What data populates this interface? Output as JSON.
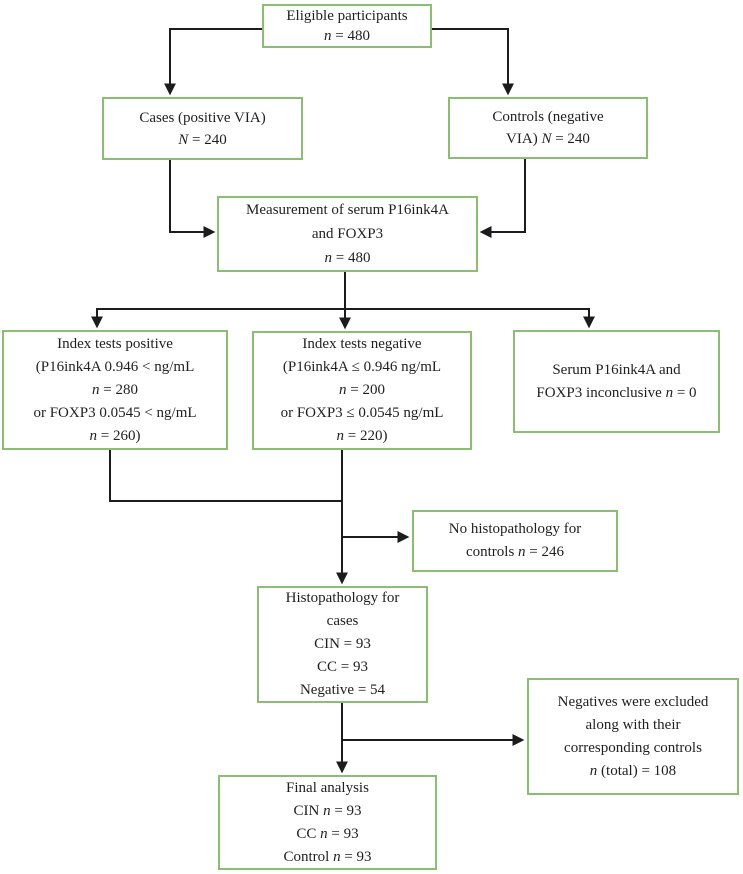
{
  "figure": {
    "background_color": "#ffffff",
    "box_border_color": "#8cbd72",
    "line_color": "#1c1c1c",
    "text_color": "#1f1f1f"
  },
  "nodes": {
    "eligible": {
      "lines": [
        "Eligible participants",
        "n = 480"
      ]
    },
    "cases": {
      "lines": [
        "Cases (positive VIA)",
        "N = 240"
      ]
    },
    "controls": {
      "lines": [
        "Controls (negative",
        "VIA) N = 240"
      ]
    },
    "measurement": {
      "lines": [
        "Measurement of serum P16ink4A",
        "and FOXP3",
        "n = 480"
      ]
    },
    "index_positive": {
      "lines": [
        "Index tests positive",
        "(P16ink4A 0.946 < ng/mL",
        "n = 280",
        "or FOXP3 0.0545 < ng/mL",
        "n = 260)"
      ]
    },
    "index_negative": {
      "lines": [
        "Index tests negative",
        "(P16ink4A ≤ 0.946 ng/mL",
        "n = 200",
        "or FOXP3 ≤ 0.0545 ng/mL",
        "n = 220)"
      ]
    },
    "inconclusive": {
      "lines": [
        "Serum P16ink4A and",
        "FOXP3 inconclusive n = 0"
      ]
    },
    "no_histopathology": {
      "lines": [
        "No histopathology for",
        "controls n = 246"
      ]
    },
    "histopathology_cases": {
      "lines": [
        "Histopathology for",
        "cases",
        "CIN = 93",
        "CC = 93",
        "Negative = 54"
      ]
    },
    "negatives_excluded": {
      "lines": [
        "Negatives were excluded",
        "along with their",
        "corresponding controls",
        "n (total) = 108"
      ]
    },
    "final_analysis": {
      "lines": [
        "Final analysis",
        "CIN n = 93",
        "CC n = 93",
        "Control n = 93"
      ]
    }
  },
  "edges": [
    {
      "from": "eligible",
      "to": "cases"
    },
    {
      "from": "eligible",
      "to": "controls"
    },
    {
      "from": "cases",
      "to": "measurement"
    },
    {
      "from": "controls",
      "to": "measurement"
    },
    {
      "from": "measurement",
      "to": "index_positive"
    },
    {
      "from": "measurement",
      "to": "index_negative"
    },
    {
      "from": "measurement",
      "to": "inconclusive"
    },
    {
      "from": "index_positive",
      "to": "histopathology_cases"
    },
    {
      "from": "index_negative",
      "to": "histopathology_cases"
    },
    {
      "from": "index_negative",
      "to": "no_histopathology"
    },
    {
      "from": "histopathology_cases",
      "to": "final_analysis"
    },
    {
      "from": "histopathology_cases",
      "to": "negatives_excluded"
    }
  ]
}
